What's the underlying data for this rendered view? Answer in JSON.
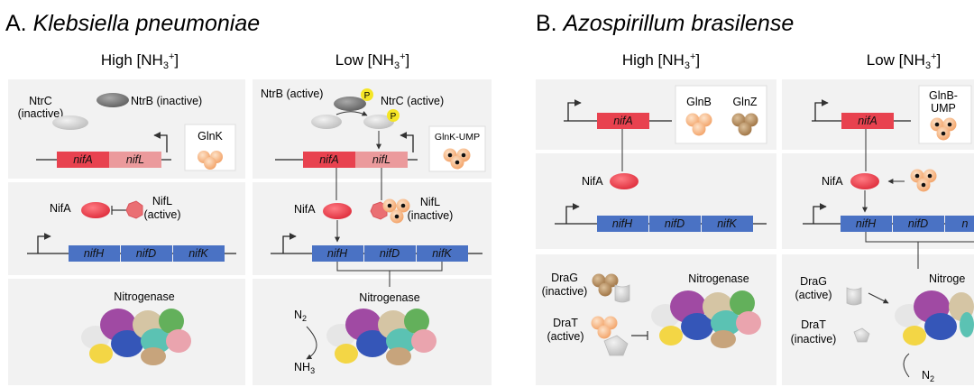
{
  "panel_a": {
    "title_letter": "A.",
    "title_species": "Klebsiella pneumoniae",
    "col_high": {
      "pre": "High [NH",
      "sub": "3",
      "sup": "+",
      "post": "]"
    },
    "col_low": {
      "pre": "Low [NH",
      "sub": "3",
      "sup": "+",
      "post": "]"
    },
    "high": {
      "ntrc_label_1": "NtrC",
      "ntrc_label_2": "(inactive)",
      "ntrb_label": "NtrB (inactive)",
      "glnk_label": "GlnK",
      "gene_nifa": "nifA",
      "gene_nifl": "nifL",
      "nifa_label": "NifA",
      "nifl_label_1": "NifL",
      "nifl_label_2": "(active)",
      "gene_nifh": "nifH",
      "gene_nifd": "nifD",
      "gene_nifk": "nifK",
      "nitrogenase_label": "Nitrogenase"
    },
    "low": {
      "ntrb_label": "NtrB (active)",
      "ntrc_label": "NtrC (active)",
      "p_label": "P",
      "glnk_ump_label": "GlnK-UMP",
      "gene_nifa": "nifA",
      "gene_nifl": "nifL",
      "nifa_label": "NifA",
      "nifl_label_1": "NifL",
      "nifl_label_2": "(inactive)",
      "gene_nifh": "nifH",
      "gene_nifd": "nifD",
      "gene_nifk": "nifK",
      "nitrogenase_label": "Nitrogenase",
      "n2_label": "N",
      "n2_sub": "2",
      "nh3_label": "NH",
      "nh3_sub": "3"
    }
  },
  "panel_b": {
    "title_letter": "B.",
    "title_species": "Azospirillum brasilense",
    "col_high": {
      "pre": "High [NH",
      "sub": "3",
      "sup": "+",
      "post": "]"
    },
    "col_low": {
      "pre": "Low [NH",
      "sub": "3",
      "sup": "+",
      "post": "]"
    },
    "high": {
      "gene_nifa": "nifA",
      "glnb_label": "GlnB",
      "glnz_label": "GlnZ",
      "nifa_label": "NifA",
      "gene_nifh": "nifH",
      "gene_nifd": "nifD",
      "gene_nifk": "nifK",
      "drag_label_1": "DraG",
      "drag_label_2": "(inactive)",
      "drat_label_1": "DraT",
      "drat_label_2": "(active)",
      "nitrogenase_label": "Nitrogenase"
    },
    "low": {
      "gene_nifa": "nifA",
      "glnb_ump_label_1": "GlnB-",
      "glnb_ump_label_2": "UMP",
      "nifa_label": "NifA",
      "gene_nifh": "nifH",
      "gene_nifd": "nifD",
      "gene_nifk_partial": "n",
      "drag_label_1": "DraG",
      "drag_label_2": "(active)",
      "drat_label_1": "DraT",
      "drat_label_2": "(inactive)",
      "nitrogenase_partial": "Nitroge",
      "n2_label": "N",
      "n2_sub": "2"
    }
  },
  "colors": {
    "nif_red": "#e8424f",
    "nif_pink": "#eb9a9c",
    "nif_blue": "#4a72c4",
    "ntrb_grey": "#7e7e7e",
    "ntrc_light": "#cfcfcf",
    "p_yellow": "#f4e526",
    "glnk_orange": "#f6b27e",
    "glnz_brown": "#b58a5c",
    "panel_bg": "#f2f2f2"
  }
}
